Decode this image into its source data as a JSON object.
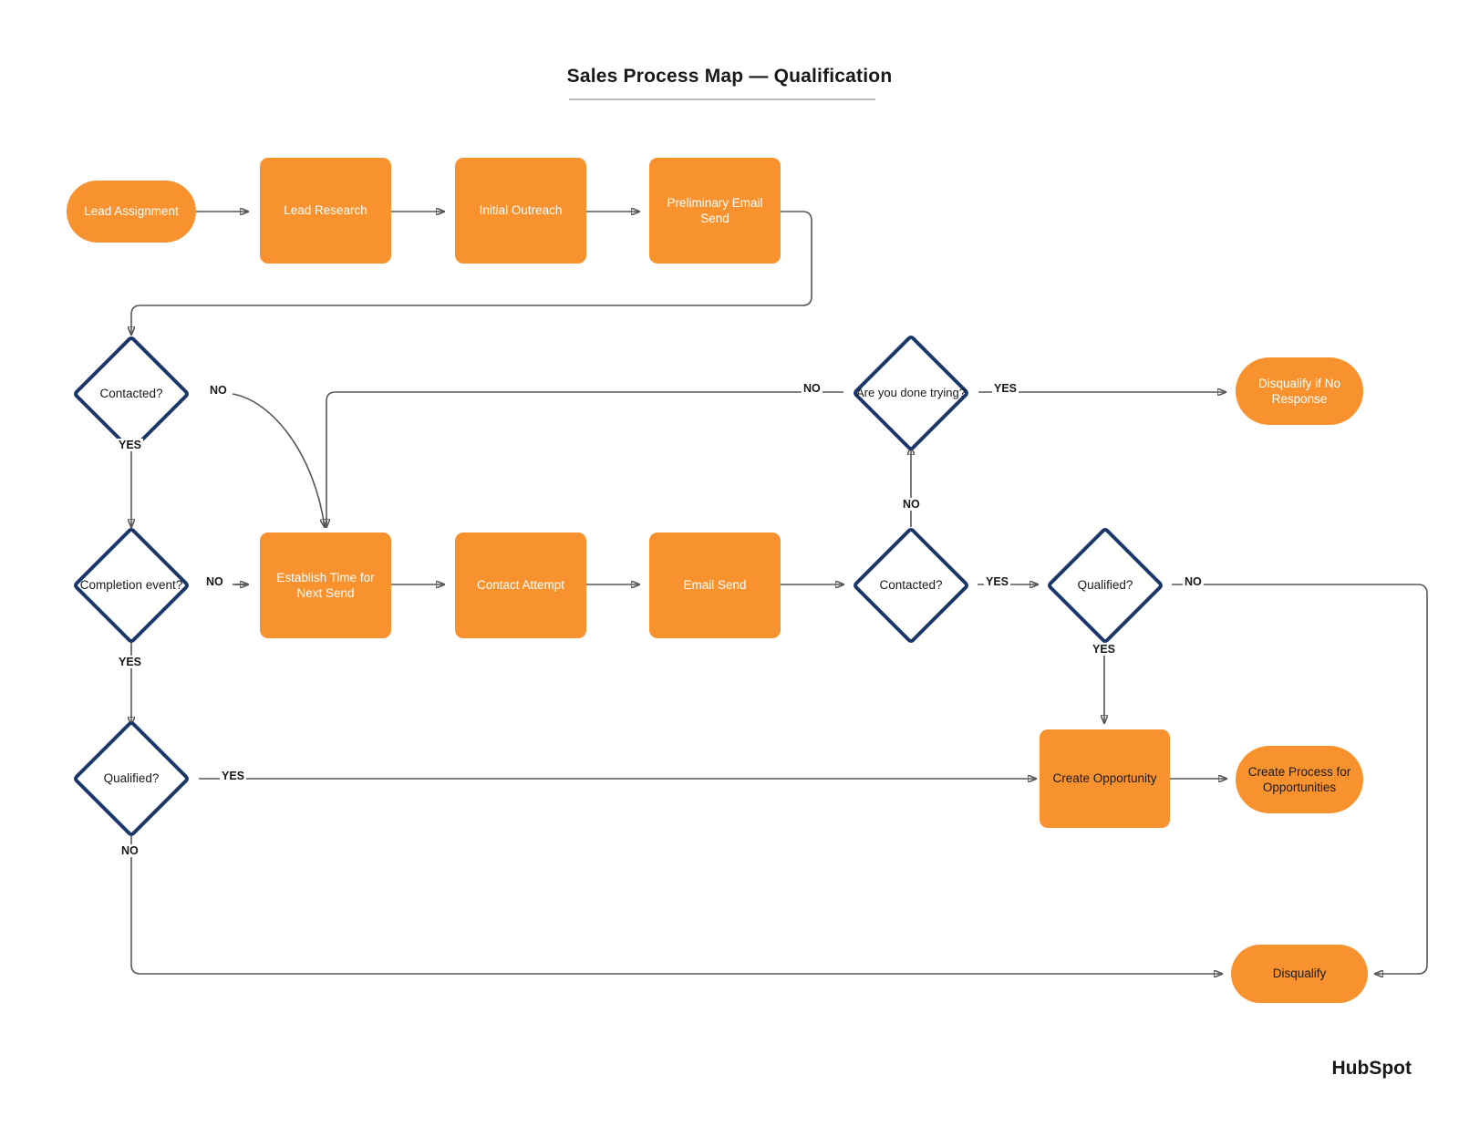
{
  "header": {
    "title": "Sales Process Map — Qualification"
  },
  "footer": {
    "brand": "HubSpot"
  },
  "theme": {
    "node_fill": "#F8922E",
    "node_text_light": "#FFFFFF",
    "node_text_dark": "#17191C",
    "decision_border": "#1B3668",
    "decision_fill": "#FFFFFF",
    "edge_color": "#585858",
    "background": "#FFFFFF"
  },
  "chart_data": {
    "type": "diagram",
    "subtype": "flowchart",
    "title": "Sales Process Map — Qualification",
    "nodes": [
      {
        "id": "lead-assignment",
        "label": "Lead Assignment",
        "shape": "pill",
        "text_color": "light"
      },
      {
        "id": "lead-research",
        "label": "Lead Research",
        "shape": "rect",
        "text_color": "light"
      },
      {
        "id": "initial-outreach",
        "label": "Initial Outreach",
        "shape": "rect",
        "text_color": "light"
      },
      {
        "id": "preliminary-email-send",
        "label": "Preliminary Email Send",
        "shape": "rect",
        "text_color": "light"
      },
      {
        "id": "contacted-1",
        "label": "Contacted?",
        "shape": "diamond",
        "text_color": "dark"
      },
      {
        "id": "completion-event",
        "label": "Completion event?",
        "shape": "diamond",
        "text_color": "dark"
      },
      {
        "id": "qualified-1",
        "label": "Qualified?",
        "shape": "diamond",
        "text_color": "dark"
      },
      {
        "id": "establish-time",
        "label": "Establish Time for Next Send",
        "shape": "rect",
        "text_color": "light"
      },
      {
        "id": "contact-attempt",
        "label": "Contact Attempt",
        "shape": "rect",
        "text_color": "light"
      },
      {
        "id": "email-send",
        "label": "Email Send",
        "shape": "rect",
        "text_color": "light"
      },
      {
        "id": "contacted-2",
        "label": "Contacted?",
        "shape": "diamond",
        "text_color": "dark"
      },
      {
        "id": "are-you-done-trying",
        "label": "Are you done trying?",
        "shape": "diamond",
        "text_color": "dark"
      },
      {
        "id": "qualified-2",
        "label": "Qualified?",
        "shape": "diamond",
        "text_color": "dark"
      },
      {
        "id": "disqualify-no-response",
        "label": "Disqualify if No Response",
        "shape": "pill",
        "text_color": "light"
      },
      {
        "id": "create-opportunity",
        "label": "Create Opportunity",
        "shape": "rect",
        "text_color": "dark"
      },
      {
        "id": "create-process",
        "label": "Create Process for Opportunities",
        "shape": "pill",
        "text_color": "dark"
      },
      {
        "id": "disqualify",
        "label": "Disqualify",
        "shape": "pill",
        "text_color": "dark"
      }
    ],
    "edges": [
      {
        "from": "lead-assignment",
        "to": "lead-research",
        "label": ""
      },
      {
        "from": "lead-research",
        "to": "initial-outreach",
        "label": ""
      },
      {
        "from": "initial-outreach",
        "to": "preliminary-email-send",
        "label": ""
      },
      {
        "from": "preliminary-email-send",
        "to": "contacted-1",
        "label": ""
      },
      {
        "from": "contacted-1",
        "to": "completion-event",
        "label": "YES"
      },
      {
        "from": "contacted-1",
        "to": "establish-time",
        "label": "NO"
      },
      {
        "from": "completion-event",
        "to": "establish-time",
        "label": "NO"
      },
      {
        "from": "completion-event",
        "to": "qualified-1",
        "label": "YES"
      },
      {
        "from": "qualified-1",
        "to": "create-opportunity",
        "label": "YES"
      },
      {
        "from": "qualified-1",
        "to": "disqualify",
        "label": "NO"
      },
      {
        "from": "establish-time",
        "to": "contact-attempt",
        "label": ""
      },
      {
        "from": "contact-attempt",
        "to": "email-send",
        "label": ""
      },
      {
        "from": "email-send",
        "to": "contacted-2",
        "label": ""
      },
      {
        "from": "contacted-2",
        "to": "qualified-2",
        "label": "YES"
      },
      {
        "from": "contacted-2",
        "to": "are-you-done-trying",
        "label": "NO"
      },
      {
        "from": "are-you-done-trying",
        "to": "establish-time",
        "label": "NO"
      },
      {
        "from": "are-you-done-trying",
        "to": "disqualify-no-response",
        "label": "YES"
      },
      {
        "from": "qualified-2",
        "to": "create-opportunity",
        "label": "YES"
      },
      {
        "from": "qualified-2",
        "to": "disqualify",
        "label": "NO"
      },
      {
        "from": "create-opportunity",
        "to": "create-process",
        "label": ""
      }
    ],
    "edge_labels": [
      "YES",
      "NO",
      "NO",
      "YES",
      "NO",
      "NO",
      "YES",
      "YES",
      "NO",
      "YES",
      "NO",
      "YES"
    ]
  },
  "nodes": {
    "lead_assignment": "Lead Assignment",
    "lead_research": "Lead Research",
    "initial_outreach": "Initial Outreach",
    "preliminary_email_send": "Preliminary Email Send",
    "contacted_1": "Contacted?",
    "completion_event": "Completion event?",
    "qualified_1": "Qualified?",
    "establish_time": "Establish Time for Next Send",
    "contact_attempt": "Contact Attempt",
    "email_send": "Email Send",
    "contacted_2": "Contacted?",
    "are_you_done_trying": "Are you done trying?",
    "qualified_2": "Qualified?",
    "disqualify_no_response": "Disqualify if No Response",
    "create_opportunity": "Create Opportunity",
    "create_process": "Create Process for Opportunities",
    "disqualify": "Disqualify"
  },
  "labels": {
    "contacted1_no": "NO",
    "contacted1_yes": "YES",
    "completion_no": "NO",
    "completion_yes": "YES",
    "qualified1_yes": "YES",
    "qualified1_no": "NO",
    "donetrying_no": "NO",
    "donetrying_yes": "YES",
    "contacted2_no": "NO",
    "contacted2_yes": "YES",
    "qualified2_no": "NO",
    "qualified2_yes": "YES"
  }
}
